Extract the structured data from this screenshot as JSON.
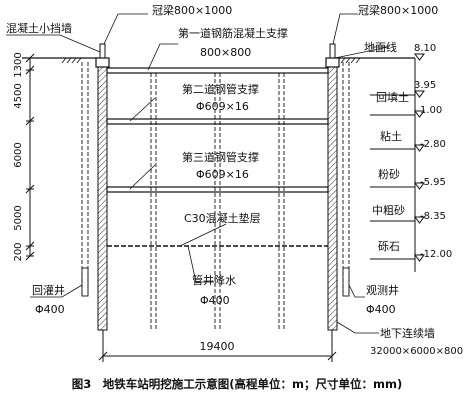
{
  "top_labels": {
    "crown_beam_left": "冠梁800×1000",
    "crown_beam_right": "冠梁800×1000",
    "retaining_wall": "混凝土小挡墙",
    "ground_line": "地面线"
  },
  "supports": [
    {
      "name": "第一道钢筋混凝土支撑",
      "size": "800×800"
    },
    {
      "name": "第二道钢管支撑",
      "size": "Φ609×16"
    },
    {
      "name": "第三道钢管支撑",
      "size": "Φ609×16"
    }
  ],
  "cushion": "C30混凝土垫层",
  "left_dims": [
    "1300",
    "4500",
    "6000",
    "5000",
    "200"
  ],
  "strata": [
    {
      "elev": "8.10",
      "name": ""
    },
    {
      "elev": "3.95",
      "name": "回填土"
    },
    {
      "elev": "1.00",
      "name": ""
    },
    {
      "elev": "-2.80",
      "name": "粘土"
    },
    {
      "elev": "-5.95",
      "name": "粉砂"
    },
    {
      "elev": "-8.35",
      "name": "中粗砂"
    },
    {
      "elev": "-12.00",
      "name": "砾石"
    }
  ],
  "wells": {
    "dewatering_label": "管井降水",
    "dewatering_size": "Φ400",
    "recharge_label": "回灌井",
    "recharge_size": "Φ400",
    "observation_label": "观测井",
    "observation_size": "Φ400"
  },
  "width_dim": "19400",
  "wall": {
    "label": "地下连续墙",
    "size": "32000×6000×800"
  },
  "caption": "图3　地铁车站明挖施工示意图(高程单位：m；尺寸单位：mm)"
}
